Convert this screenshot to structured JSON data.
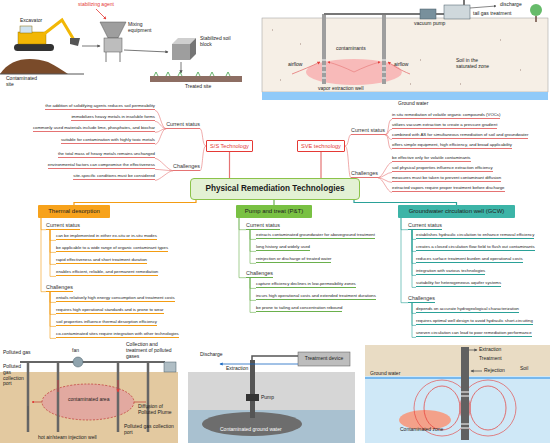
{
  "diagram": {
    "nodes": [
      {
        "text": [
          "S/S Technology"
        ]
      },
      {
        "text": [
          "SVE technology"
        ]
      },
      {
        "text": [
          "Physical Remediation Technologies"
        ]
      },
      {
        "text": [
          "Thermal desorption"
        ]
      },
      {
        "text": [
          "Pump and treat (P&T)"
        ]
      },
      {
        "text": [
          "Groundwater circulation well (GCW)"
        ]
      }
    ],
    "edges": [
      {
        "from": 2,
        "to": 0,
        "arrow": "none"
      },
      {
        "from": 2,
        "to": 1,
        "arrow": "none"
      },
      {
        "from": 2,
        "to": 3,
        "arrow": "none"
      },
      {
        "from": 2,
        "to": 4,
        "arrow": "none"
      },
      {
        "from": 2,
        "to": 5,
        "arrow": "none"
      }
    ],
    "labels": [
      "stabilizing agent",
      "Excavator",
      "Mixing equipment",
      "Stabilized soil block",
      "Contaminated site",
      "Treated site",
      "discharge",
      "tail gas treatment",
      "vacuum pump",
      "contaminants",
      "airflow",
      "airflow",
      "Soil in the saturated zone",
      "vapor extraction well",
      "Ground water",
      "Current status",
      "the addition of solidifying agents reduces soil permeability",
      "immobilizes heavy metals in insoluble forms",
      "commonly used materials include lime, phosphates, and biochar",
      "suitable for contamination with highly toxic metals",
      "Challenges",
      "the total mass of heavy metals remains unchanged",
      "environmental factors can compromise the effectiveness",
      "site-specific conditions must be considered",
      "Current status",
      "in situ remediation of volatile organic compounds (VOCs)",
      "utilizes vacuum extraction to create a pressure gradient",
      "combined with AS for simultaneous remediation of soil and groundwater",
      "offers simple equipment, high efficiency, and broad applicability",
      "Challenges",
      "be effective only for volatile contaminants",
      "soil physical properties influence extraction efficiency",
      "measures must be taken to prevent contaminant diffusion",
      "extracted vapors require proper treatment before discharge",
      "Current status",
      "can be implemented in either ex-situ or in-situ modes",
      "be applicable to a wide range of organic contaminant types",
      "rapid effectiveness and short treatment duration",
      "enables efficient, reliable, and permanent remediation",
      "Challenges",
      "entails relatively high energy consumption and treatment costs",
      "requires high operational standards and is prone to wear",
      "soil properties influence thermal desorption efficiency",
      "co-contaminated sites require integration with other technologies",
      "Current status",
      "extracts contaminated groundwater for aboveground treatment",
      "long history and widely used",
      "reinjection or discharge of treated water",
      "Challenges",
      "capture efficiency declines in low-permeability zones",
      "incurs high operational costs and extended treatment durations",
      "be prone to tailing and concentration rebound",
      "Current status",
      "establishes hydraulic circulation to enhance removal efficiency",
      "creates a closed circulation flow field to flush out contaminants",
      "reduces surface treatment burden and operational costs",
      "integration with various technologies",
      "suitability for heterogeneous aquifer systems",
      "Challenges",
      "depends on accurate hydrogeological characterization",
      "requires optimal well design to avoid hydraulic short-circuiting",
      "uneven circulation can lead to poor remediation performance",
      "Polluted gas",
      "Polluted gas collection port",
      "fan",
      "Collection and treatment of polluted gases",
      "contaminated area",
      "Diffusion of Polluted Plume",
      "Polluted gas collection port",
      "hot air/steam injection well",
      "Discharge",
      "Extraction",
      "Treatment device",
      "Pump",
      "Contaminated ground water",
      "Extraction",
      "Treatment",
      "Rejection",
      "Soil",
      "Ground water",
      "Contaminated zone"
    ]
  }
}
